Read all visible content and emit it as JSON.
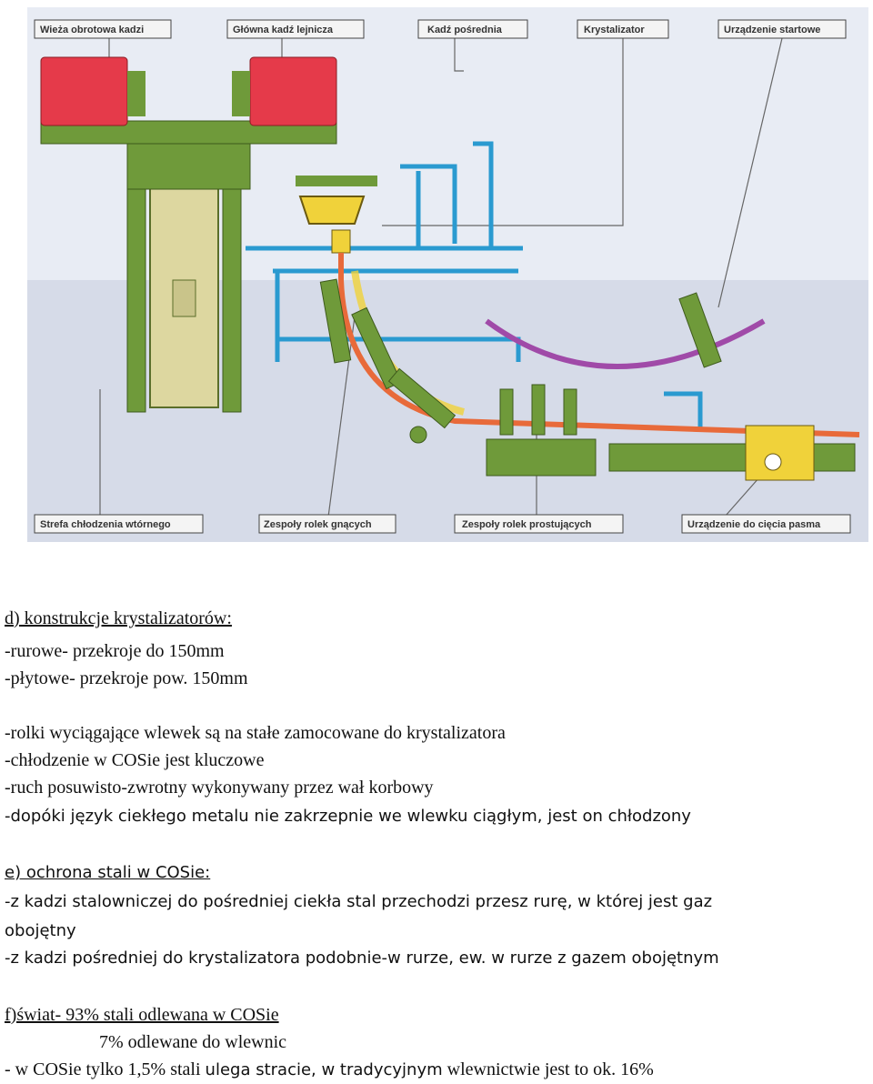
{
  "figure": {
    "labels": {
      "turret": "Wieża obrotowa kadzi",
      "ladle": "Główna kadź lejnicza",
      "tundish": "Kadź pośrednia",
      "mold": "Krystalizator",
      "starter": "Urządzenie startowe",
      "spray": "Strefa chłodzenia wtórnego",
      "bending": "Zespoły rolek gnących",
      "straightening": "Zespoły rolek prostujących",
      "cutter": "Urządzenie do cięcia pasma"
    },
    "colors": {
      "background": "#e8ecf4",
      "ladle_red": "#e53a4a",
      "green": "#6f9a3a",
      "blue": "#2a9ad0",
      "beige": "#ddd7a0",
      "yellow": "#f0d23a",
      "purple": "#a04aa8",
      "strand": "#e86a3a"
    }
  },
  "text": {
    "d_title": "d) konstrukcje krystalizatorów:",
    "d_1": "-rurowe- przekroje do 150mm",
    "d_2": "-płytowe- przekroje pow. 150mm",
    "p_1": "-rolki wyciągające wlewek są na stałe zamocowane do krystalizatora",
    "p_2": "-chłodzenie w COSie jest kluczowe",
    "p_3": "-ruch posuwisto-zwrotny wykonywany przez wał korbowy",
    "p_4": "-dopóki język ciekłego metalu nie zakrzepnie we wlewku ciągłym, jest on chłodzony",
    "e_title": "e) ochrona stali w COSie:",
    "e_1": "-z kadzi stalowniczej do pośredniej ciekła stal przechodzi przesz rurę, w której jest gaz",
    "e_1b": "obojętny",
    "e_2": "-z kadzi pośredniej do krystalizatora podobnie-w rurze, ew. w rurze z gazem obojętnym",
    "f_title": "f)świat- 93% stali odlewana w COSie",
    "f_1": "7% odlewane do wlewnic",
    "f_2a": "- w COSie tylko 1,5% stali ",
    "f_2b": "ulega stracie, w tradycyjnym",
    "f_2c": " wlewnictwie jest to ok. 16%"
  }
}
